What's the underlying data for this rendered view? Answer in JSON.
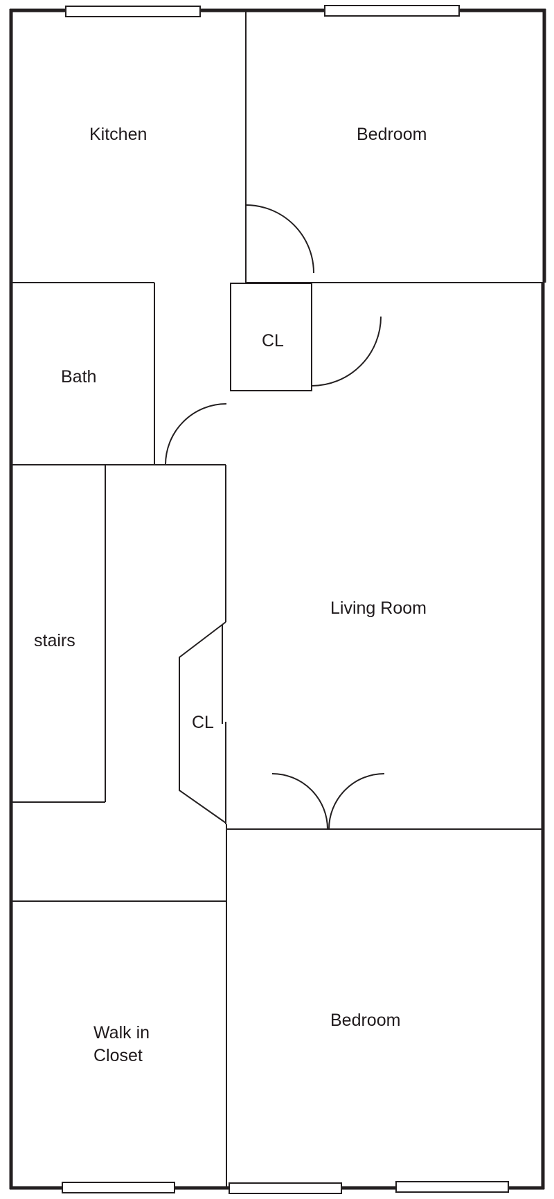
{
  "plan": {
    "rooms": {
      "kitchen": "Kitchen",
      "bedroom_top": "Bedroom",
      "bath": "Bath",
      "closet_upper": "CL",
      "living_room": "Living Room",
      "stairs": "stairs",
      "closet_hall": "CL",
      "walk_in_closet_line1": "Walk in",
      "walk_in_closet_line2": "Closet",
      "bedroom_bottom": "Bedroom"
    },
    "colors": {
      "wall": "#231f20",
      "background": "#ffffff"
    }
  }
}
